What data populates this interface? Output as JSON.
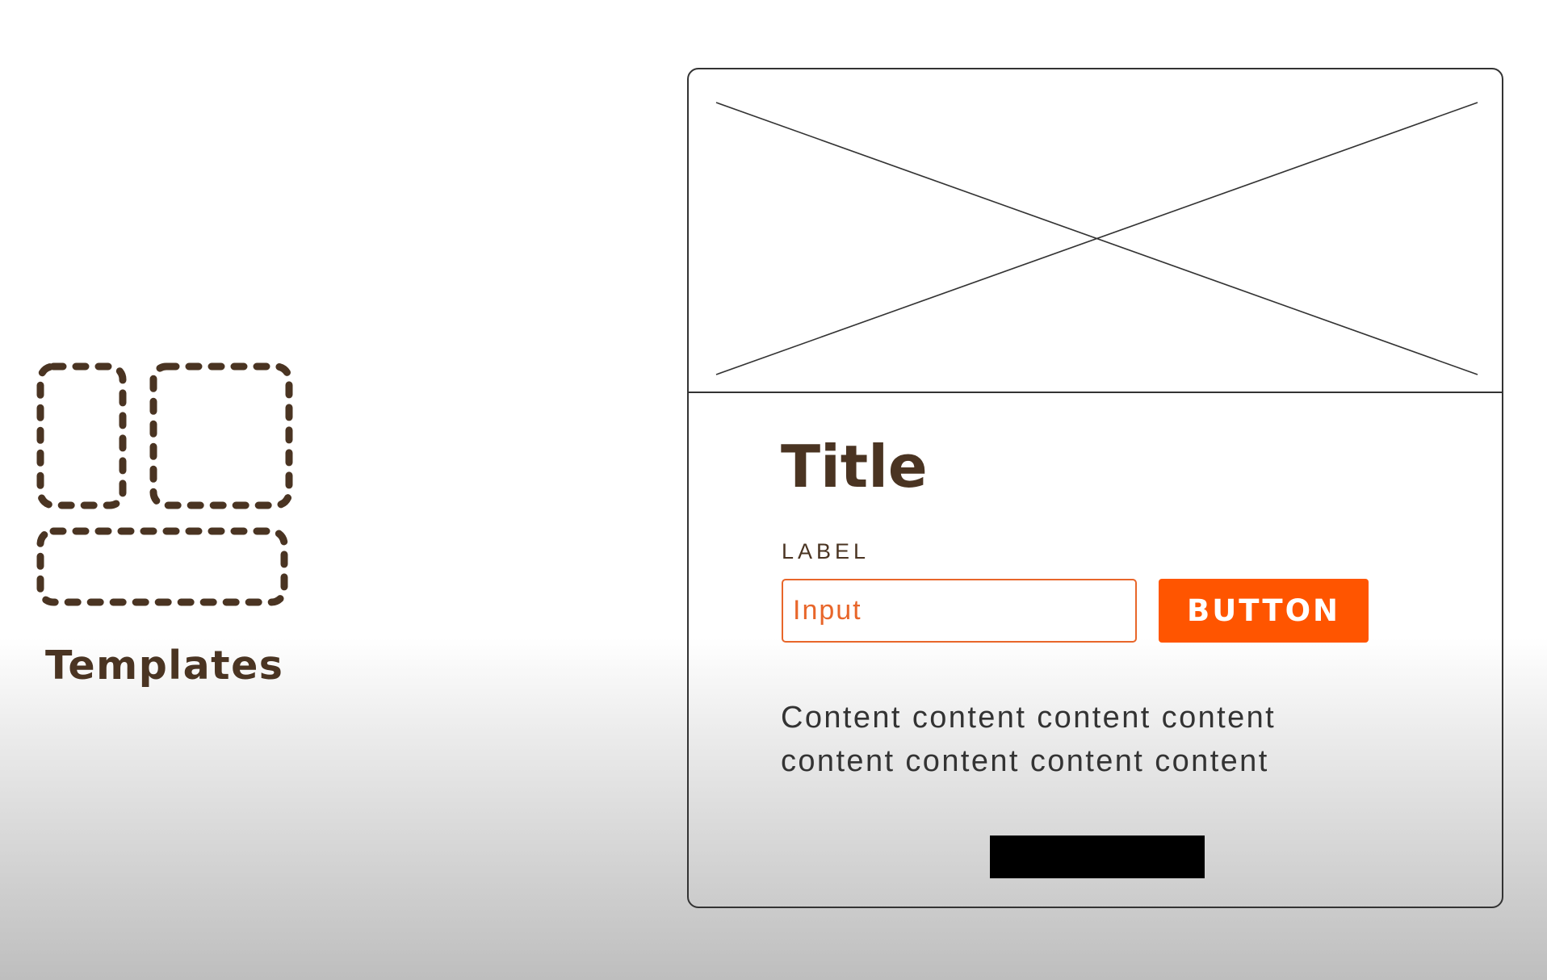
{
  "templates": {
    "icon": "templates-layout-icon",
    "label": "Templates"
  },
  "card": {
    "image_placeholder_icon": "image-placeholder-x",
    "title": "Title",
    "field_label": "LABEL",
    "input_placeholder": "Input",
    "button_label": "BUTTON",
    "content": "Content content content content content content content content"
  },
  "colors": {
    "brand_brown": "#4a3422",
    "accent_orange": "#ff5500",
    "input_border": "#e8662a",
    "wireframe_line": "#333333"
  }
}
